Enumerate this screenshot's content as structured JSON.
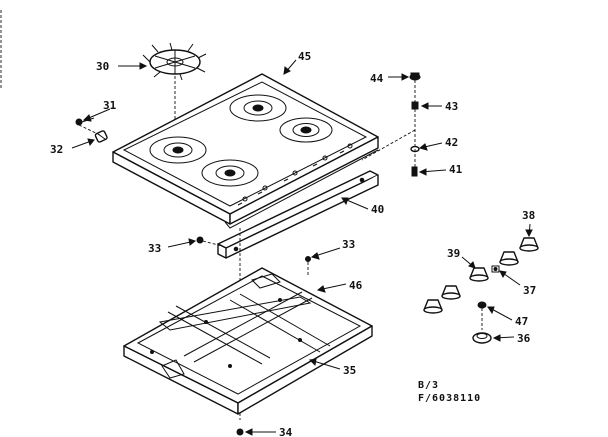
{
  "callouts": [
    {
      "id": "30",
      "text": "30"
    },
    {
      "id": "45",
      "text": "45"
    },
    {
      "id": "31",
      "text": "31"
    },
    {
      "id": "32",
      "text": "32"
    },
    {
      "id": "44",
      "text": "44"
    },
    {
      "id": "43",
      "text": "43"
    },
    {
      "id": "42",
      "text": "42"
    },
    {
      "id": "41",
      "text": "41"
    },
    {
      "id": "40",
      "text": "40"
    },
    {
      "id": "33a",
      "text": "33"
    },
    {
      "id": "33b",
      "text": "33"
    },
    {
      "id": "46",
      "text": "46"
    },
    {
      "id": "38",
      "text": "38"
    },
    {
      "id": "39",
      "text": "39"
    },
    {
      "id": "37",
      "text": "37"
    },
    {
      "id": "47",
      "text": "47"
    },
    {
      "id": "36",
      "text": "36"
    },
    {
      "id": "35",
      "text": "35"
    },
    {
      "id": "34",
      "text": "34"
    }
  ],
  "reference": {
    "line1": "B/3",
    "line2": "F/6038110"
  }
}
